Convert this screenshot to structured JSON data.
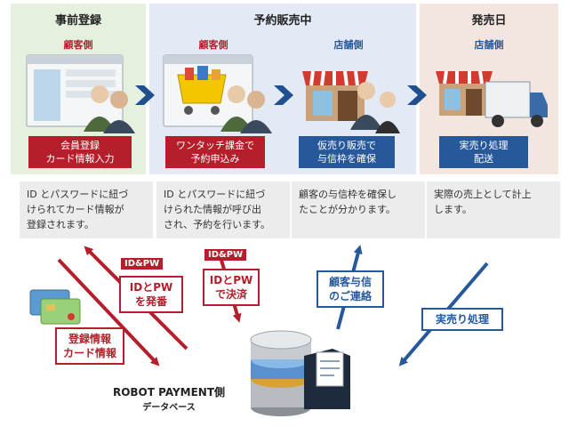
{
  "phases": [
    {
      "title": "事前登録"
    },
    {
      "title": "予約販売中"
    },
    {
      "title": "発売日"
    }
  ],
  "side_labels": {
    "customer_1": "顧客側",
    "customer_2": "顧客側",
    "store_1": "店舗側",
    "store_2": "店舗側"
  },
  "steps": [
    {
      "line1": "会員登録",
      "line2": "カード情報入力"
    },
    {
      "line1": "ワンタッチ課金で",
      "line2": "予約申込み"
    },
    {
      "line1": "仮売り販売で",
      "line2": "与信枠を確保"
    },
    {
      "line1": "実売り処理",
      "line2": "配送"
    }
  ],
  "descriptions": [
    {
      "lines": [
        "ID とパスワードに紐づ",
        "けられてカード情報が",
        "登録されます。"
      ]
    },
    {
      "lines": [
        "ID とパスワードに紐づ",
        "けられた情報が呼び出",
        "され、予約を行います。"
      ]
    },
    {
      "lines": [
        "顧客の与信枠を確保し",
        "たことが分かります。"
      ]
    },
    {
      "lines": [
        "実際の売上として計上",
        "します。"
      ]
    }
  ],
  "flow_labels": {
    "register_info": {
      "line1": "登録情報",
      "line2": "カード情報"
    },
    "idpw_tag_1": "ID&PW",
    "issue": {
      "line1": "IDとPW",
      "line2": "を発番"
    },
    "idpw_tag_2": "ID&PW",
    "settle": {
      "line1": "IDとPW",
      "line2": "で決済"
    },
    "credit_notice": {
      "line1": "顧客与信",
      "line2": "のご連絡"
    },
    "actual_sale": "実売り処理"
  },
  "database": {
    "title": "ROBOT PAYMENT側",
    "subtitle": "データベース"
  },
  "colors": {
    "accent_red": "#b51f2b",
    "accent_blue": "#27589a",
    "phase1_bg": "#e6f0df",
    "phase2_bg": "#e3e9f5",
    "phase3_bg": "#f3e6e0",
    "desc_bg": "#ececec"
  }
}
